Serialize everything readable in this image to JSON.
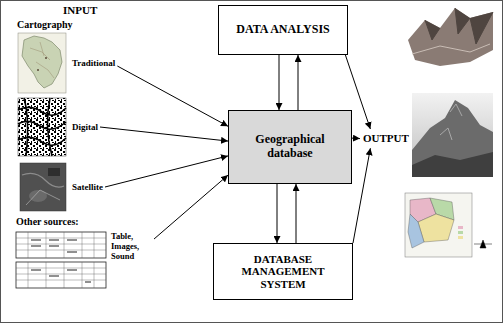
{
  "diagram": {
    "nodes": [
      {
        "text": [
          "Traditional"
        ]
      },
      {
        "text": [
          "Digital"
        ]
      },
      {
        "text": [
          "Satellite"
        ]
      },
      {
        "text": [
          "Other sources:",
          "Table, Images, Sound"
        ]
      },
      {
        "text": [
          "DATA ANALYSIS"
        ]
      },
      {
        "text": [
          "Geographical database"
        ]
      },
      {
        "text": [
          "DATABASE MANAGEMENT SYSTEM"
        ]
      },
      {
        "text": [
          "OUTPUT"
        ]
      }
    ],
    "edges": [
      {
        "from": 0,
        "to": 5,
        "arrow": "to"
      },
      {
        "from": 1,
        "to": 5,
        "arrow": "to"
      },
      {
        "from": 2,
        "to": 5,
        "arrow": "to"
      },
      {
        "from": 3,
        "to": 5,
        "arrow": "to"
      },
      {
        "from": 4,
        "to": 5,
        "arrow": "to"
      },
      {
        "from": 5,
        "to": 4,
        "arrow": "to"
      },
      {
        "from": 5,
        "to": 6,
        "arrow": "to"
      },
      {
        "from": 6,
        "to": 5,
        "arrow": "to"
      },
      {
        "from": 5,
        "to": 7,
        "arrow": "to"
      },
      {
        "from": 4,
        "to": 7,
        "arrow": "to"
      },
      {
        "from": 6,
        "to": 7,
        "arrow": "to"
      }
    ],
    "labels": [
      "INPUT",
      "Cartography"
    ]
  }
}
